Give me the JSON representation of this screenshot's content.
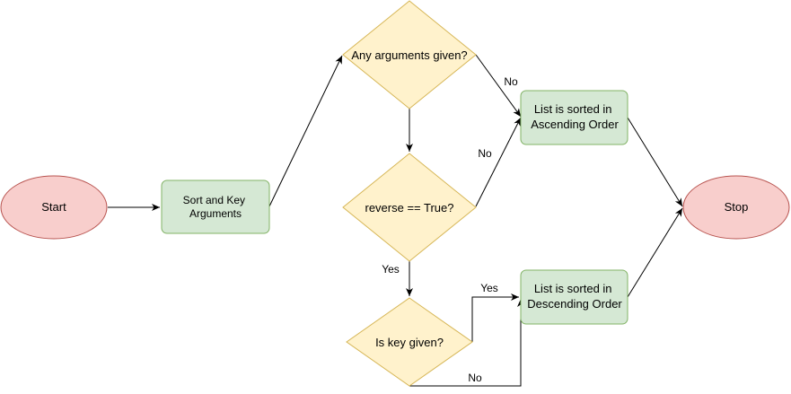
{
  "colors": {
    "terminal_fill": "#f8cecc",
    "terminal_stroke": "#b85450",
    "process_fill": "#d5e8d4",
    "process_stroke": "#82b366",
    "decision_fill": "#fff2cc",
    "decision_stroke": "#d6b656",
    "edge": "#000000"
  },
  "nodes": {
    "start": {
      "label": "Start"
    },
    "sort_key_args": {
      "line1": "Sort and Key",
      "line2": "Arguments"
    },
    "any_args": {
      "label": "Any arguments given?"
    },
    "reverse_true": {
      "label": "reverse == True?"
    },
    "key_given": {
      "label": "Is key given?"
    },
    "ascending": {
      "line1": "List is sorted in",
      "line2": "Ascending Order"
    },
    "descending": {
      "line1": "List is sorted in",
      "line2": "Descending Order"
    },
    "stop": {
      "label": "Stop"
    }
  },
  "edges": {
    "any_args_no": "No",
    "reverse_no": "No",
    "reverse_yes": "Yes",
    "key_yes": "Yes",
    "key_no": "No"
  }
}
